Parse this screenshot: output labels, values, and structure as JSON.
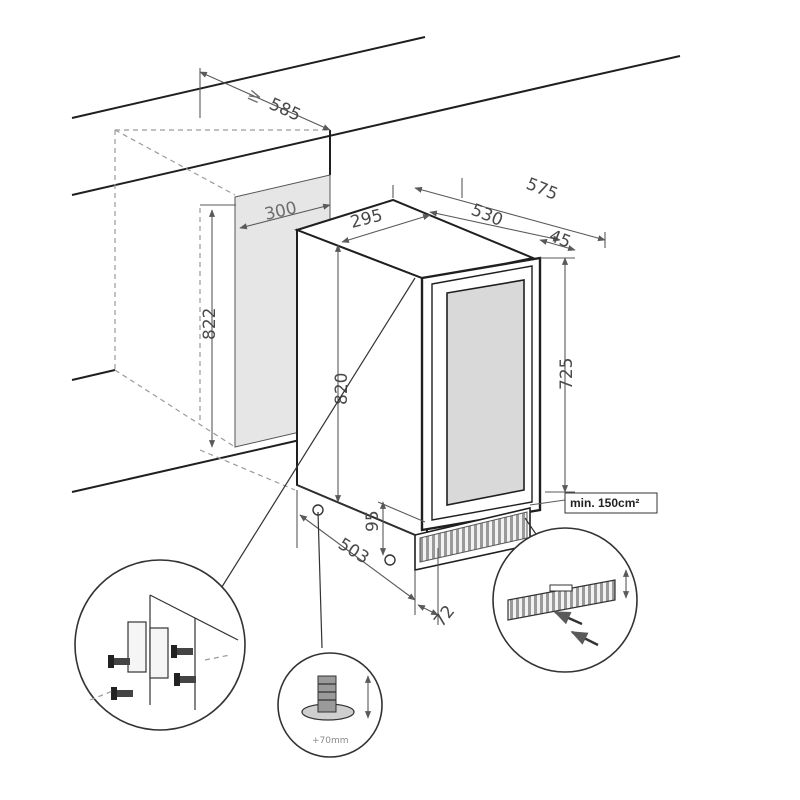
{
  "dimensions": {
    "niche_depth": "585",
    "niche_width": "300",
    "niche_height": "822",
    "unit_width": "295",
    "unit_depth_body": "530",
    "unit_depth_total": "575",
    "door_depth": "45",
    "unit_height": "820",
    "door_height": "725",
    "plinth_height": "95",
    "plinth_depth": "503",
    "plinth_offset": "72"
  },
  "ventilation_note": "min. 150cm²",
  "foot_adjustment": "+70mm",
  "colors": {
    "line": "#1f1f1f",
    "text": "#4a4a4a",
    "niche_fill": "#e6e6e6",
    "glass_fill": "#d9d9d9"
  }
}
